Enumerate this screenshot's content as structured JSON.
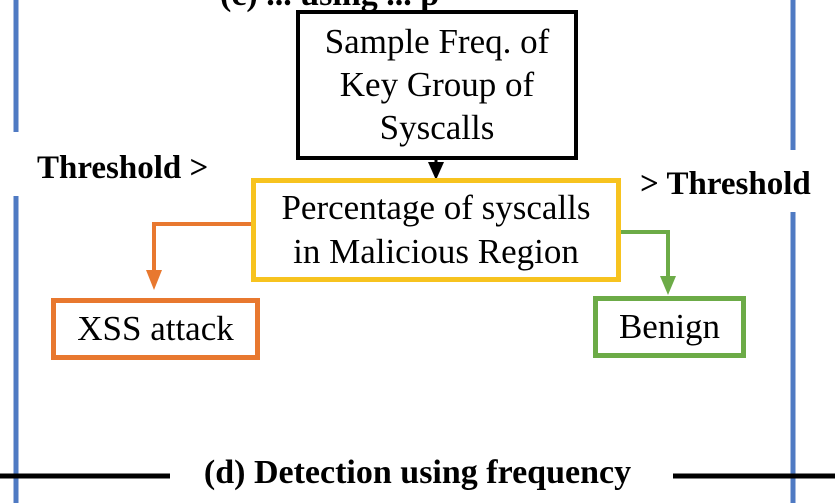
{
  "diagram": {
    "top_box": "Sample Freq. of\nKey Group of\n  Syscalls",
    "middle_box": "Percentage of syscalls\nin Malicious Region",
    "left_result": "XSS attack",
    "right_result": "Benign",
    "left_condition": "Threshold >",
    "right_condition": "> Threshold",
    "caption": "(d) Detection using frequency",
    "top_cut_text": "(c) ... using ... p"
  },
  "colors": {
    "frame_blue": "#4f7ac3",
    "middle_border": "#f7c31f",
    "attack_border": "#e8782f",
    "benign_border": "#6cab47",
    "top_border": "#000000"
  }
}
